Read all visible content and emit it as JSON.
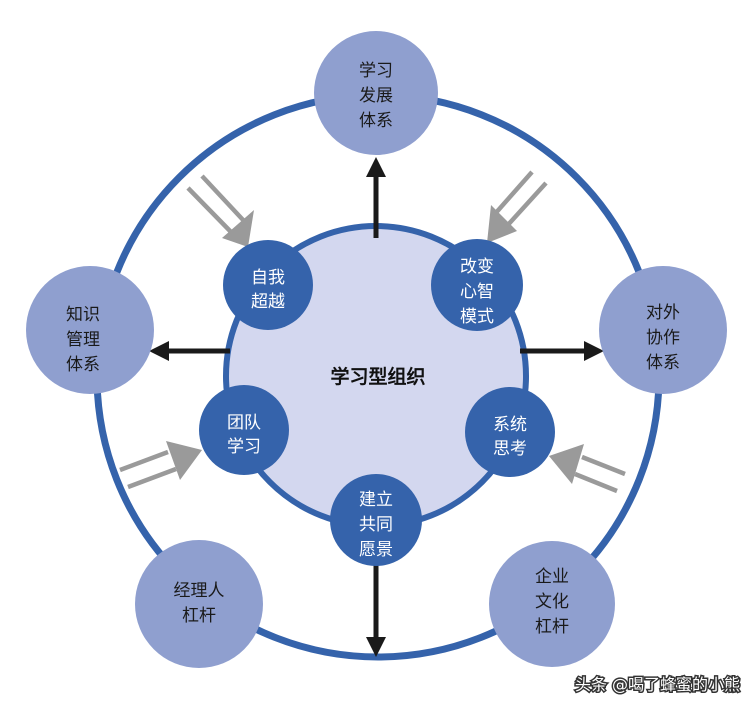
{
  "colors": {
    "ring": "#3563ab",
    "outer_node": "#8f9fcf",
    "inner_node": "#3563ab",
    "center_disc": "#d3d7ef",
    "arrow_black": "#1a1a1a",
    "arrow_gray": "#9a9a9a"
  },
  "center": {
    "label": "学习型组织"
  },
  "inner_nodes": [
    {
      "id": "self",
      "lines": [
        "自我",
        "超越"
      ]
    },
    {
      "id": "mental",
      "lines": [
        "改变",
        "心智",
        "模式"
      ]
    },
    {
      "id": "team",
      "lines": [
        "团队",
        "学习"
      ]
    },
    {
      "id": "systems",
      "lines": [
        "系统",
        "思考"
      ]
    },
    {
      "id": "vision",
      "lines": [
        "建立",
        "共同",
        "愿景"
      ]
    }
  ],
  "outer_nodes": [
    {
      "id": "learning",
      "lines": [
        "学习",
        "发展",
        "体系"
      ]
    },
    {
      "id": "knowledge",
      "lines": [
        "知识",
        "管理",
        "体系"
      ]
    },
    {
      "id": "cooperation",
      "lines": [
        "对外",
        "协作",
        "体系"
      ]
    },
    {
      "id": "manager",
      "lines": [
        "经理人",
        "杠杆"
      ]
    },
    {
      "id": "culture",
      "lines": [
        "企业",
        "文化",
        "杠杆"
      ]
    }
  ],
  "watermark": "头条 @喝了蜂蜜的小熊"
}
